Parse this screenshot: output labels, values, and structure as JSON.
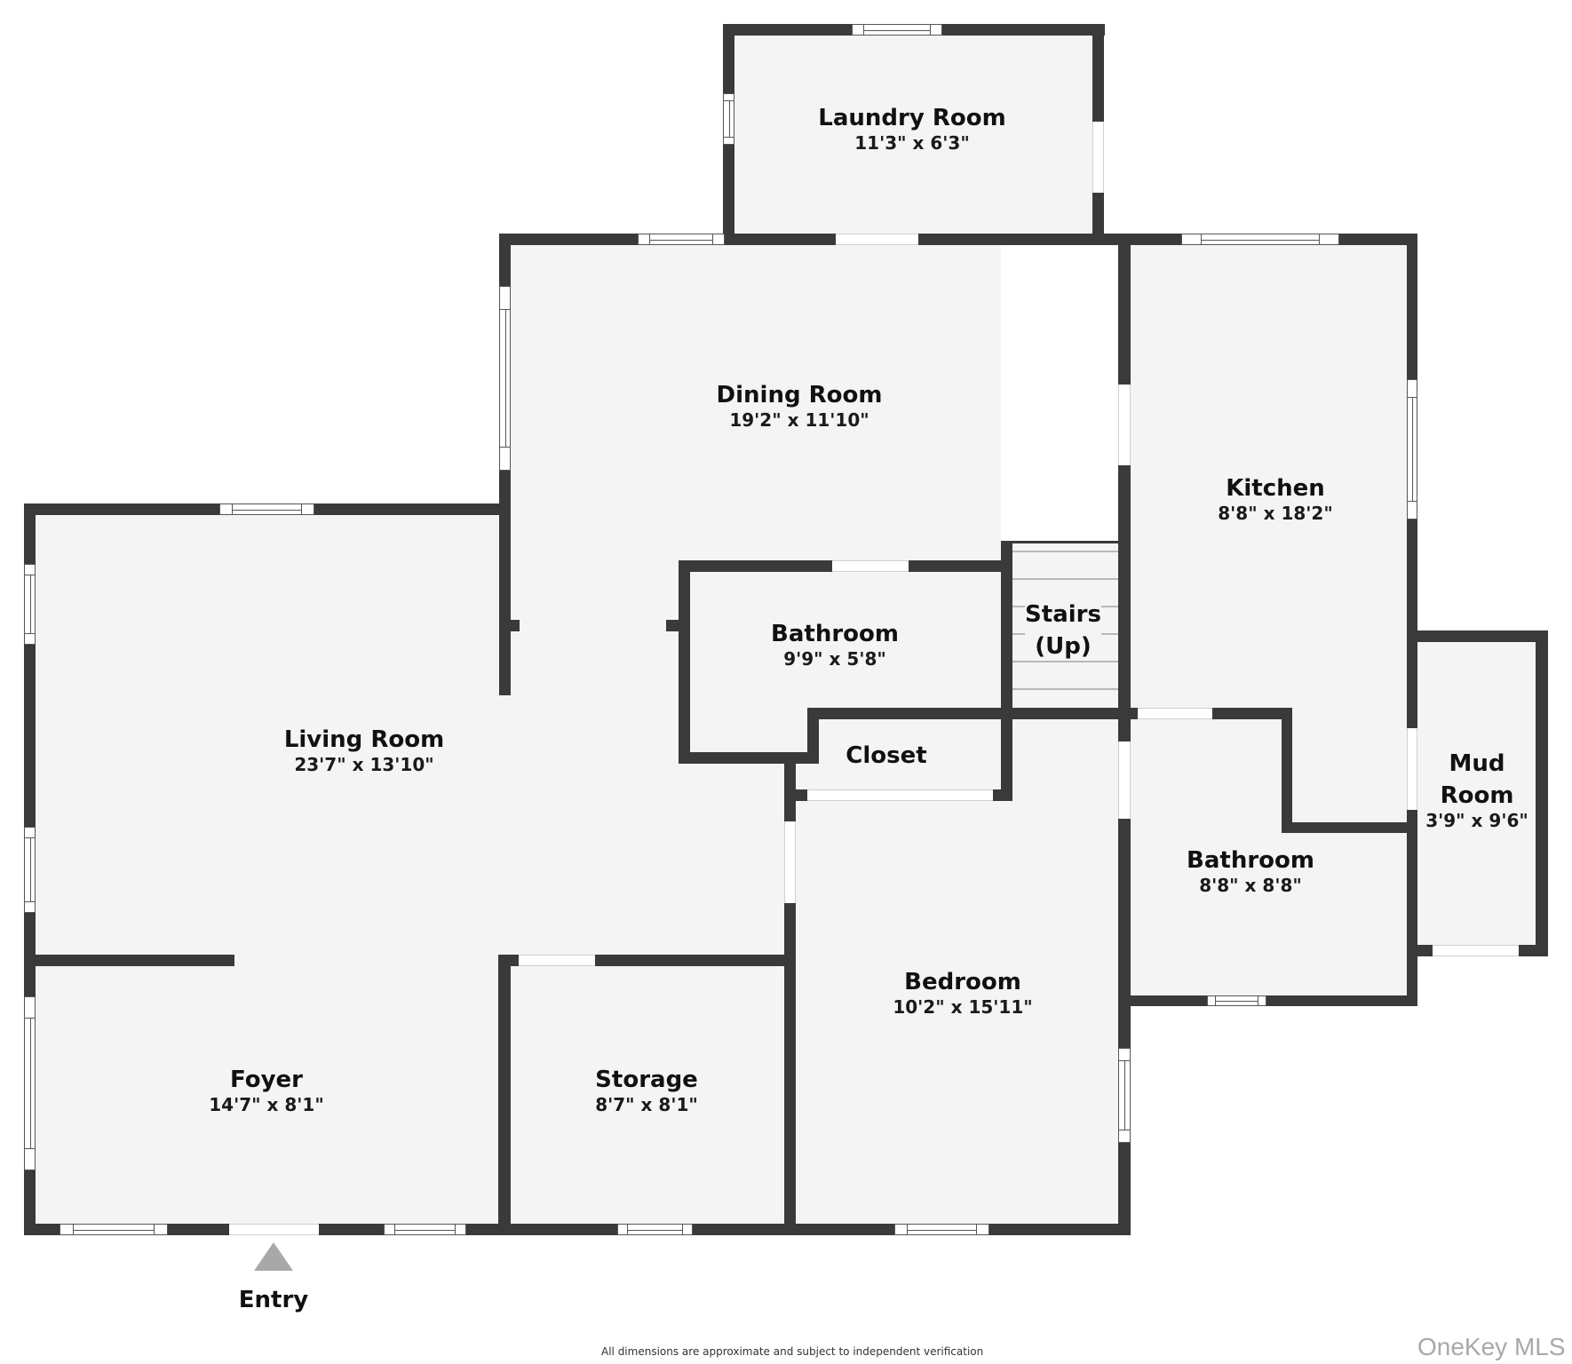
{
  "floorplan": {
    "rooms": [
      {
        "id": "laundry",
        "name": "Laundry Room",
        "dims": "11'3\" x 6'3\""
      },
      {
        "id": "dining",
        "name": "Dining Room",
        "dims": "19'2\" x 11'10\""
      },
      {
        "id": "kitchen",
        "name": "Kitchen",
        "dims": "8'8\" x 18'2\""
      },
      {
        "id": "bathroom1",
        "name": "Bathroom",
        "dims": "9'9\" x 5'8\""
      },
      {
        "id": "stairs",
        "name_line1": "Stairs",
        "name_line2": "(Up)"
      },
      {
        "id": "living",
        "name": "Living Room",
        "dims": "23'7\" x 13'10\""
      },
      {
        "id": "closet",
        "name": "Closet"
      },
      {
        "id": "mud",
        "name_line1": "Mud",
        "name_line2": "Room",
        "dims": "3'9\" x 9'6\""
      },
      {
        "id": "bathroom2",
        "name": "Bathroom",
        "dims": "8'8\" x 8'8\""
      },
      {
        "id": "bedroom",
        "name": "Bedroom",
        "dims": "10'2\" x 15'11\""
      },
      {
        "id": "foyer",
        "name": "Foyer",
        "dims": "14'7\" x 8'1\""
      },
      {
        "id": "storage",
        "name": "Storage",
        "dims": "8'7\" x 8'1\""
      }
    ],
    "entry": {
      "label": "Entry",
      "icon": "triangle-up-arrow"
    },
    "disclaimer": "All dimensions are approximate and subject to independent verification",
    "watermark": "OneKey MLS",
    "colors": {
      "wall": "#3a3a3a",
      "floor": "#f4f4f4",
      "entry_arrow": "#a8a8a8",
      "watermark": "#a9a9a9"
    }
  }
}
